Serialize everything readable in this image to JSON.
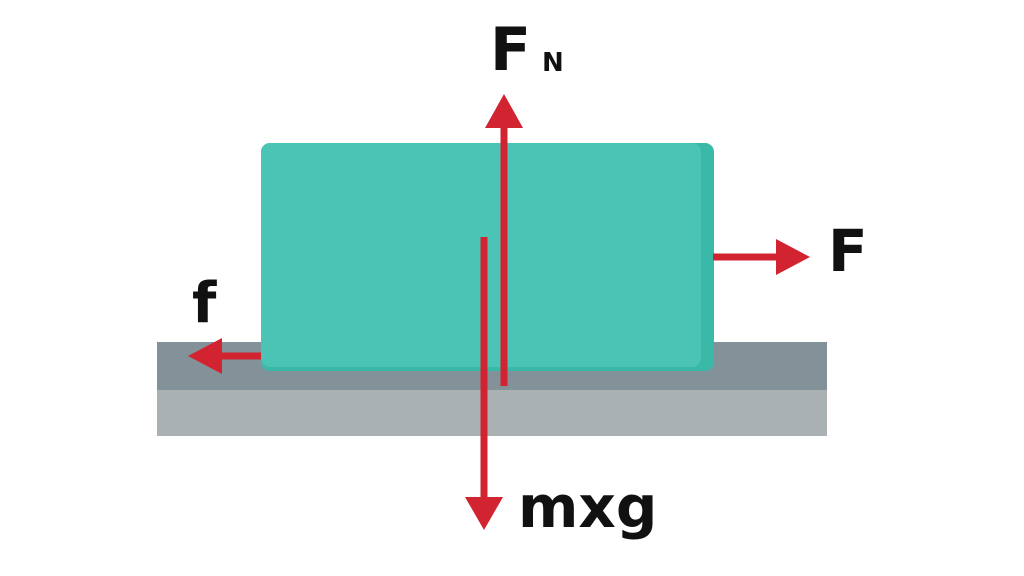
{
  "labels": {
    "normal_force_main": "F",
    "normal_force_sub": "N",
    "applied_force": "F",
    "friction": "f",
    "weight": "mxg"
  },
  "colors": {
    "block": "#4BC3B5",
    "block_edge": "#3BB9A8",
    "surface_top": "#839298",
    "surface_body": "#A9B1B3",
    "arrow": "#D22430",
    "text": "#111111"
  }
}
